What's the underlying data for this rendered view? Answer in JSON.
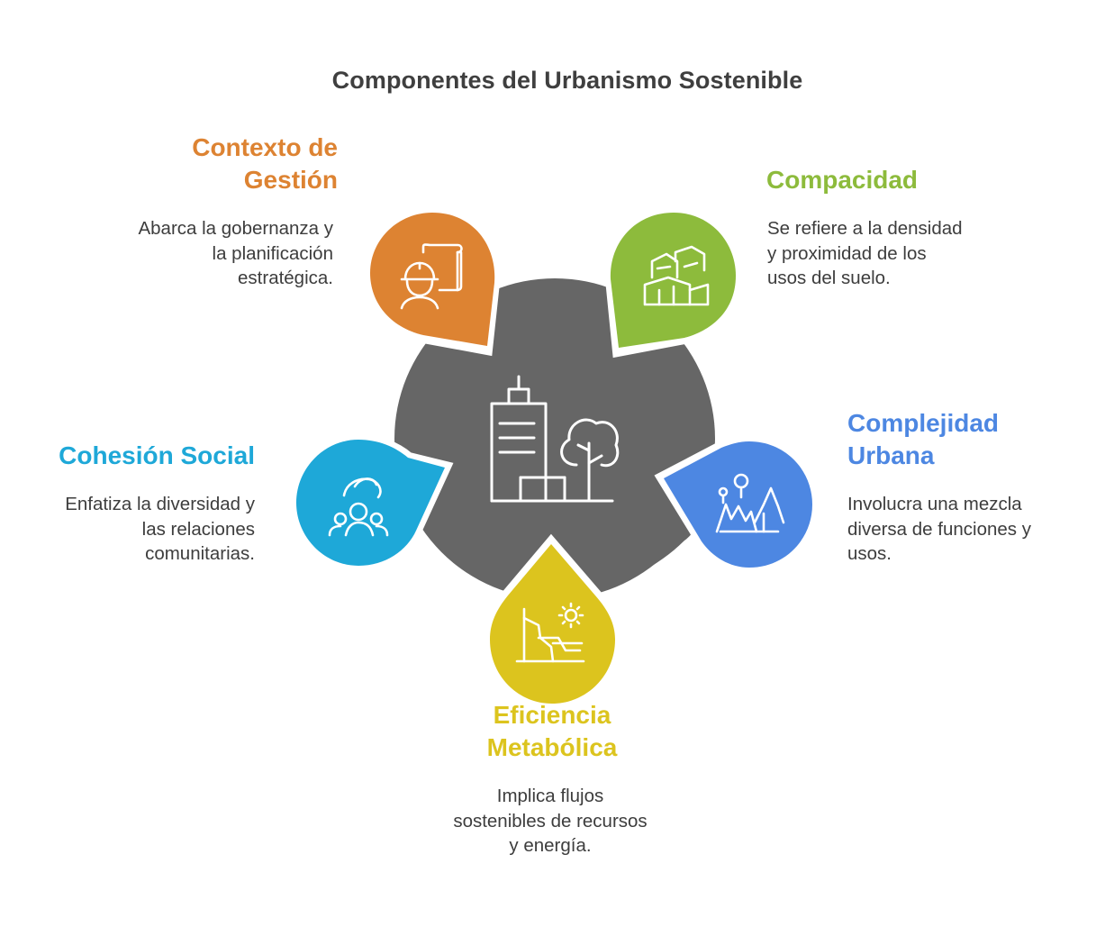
{
  "title": "Componentes del Urbanismo Sostenible",
  "center": {
    "icon": "city-building-tree-icon",
    "color": "#666666"
  },
  "components": {
    "gestion": {
      "heading": [
        "Contexto de",
        "Gestión"
      ],
      "description": [
        "Abarca la gobernanza y",
        "la planificación",
        "estratégica."
      ],
      "color": "#DD8332",
      "icon": "engineer-blueprint-icon"
    },
    "compacidad": {
      "heading": [
        "Compacidad"
      ],
      "description": [
        "Se refiere a la densidad",
        "y proximidad de los",
        "usos del suelo."
      ],
      "color": "#8DBB3C",
      "icon": "clustered-buildings-icon"
    },
    "complejidad": {
      "heading": [
        "Complejidad",
        "Urbana"
      ],
      "description": [
        "Involucra una mezcla",
        "diversa de funciones y",
        "usos."
      ],
      "color": "#4D87E2",
      "icon": "people-trees-icon"
    },
    "eficiencia": {
      "heading": [
        "Eficiencia",
        "Metabólica"
      ],
      "description": [
        "Implica flujos",
        "sostenibles de recursos",
        "y energía."
      ],
      "color": "#DCC41E",
      "icon": "sun-dam-icon"
    },
    "cohesion": {
      "heading": [
        "Cohesión Social"
      ],
      "description": [
        "Enfatiza la diversidad y",
        "las relaciones",
        "comunitarias."
      ],
      "color": "#1EA8D8",
      "icon": "community-hands-icon"
    }
  }
}
